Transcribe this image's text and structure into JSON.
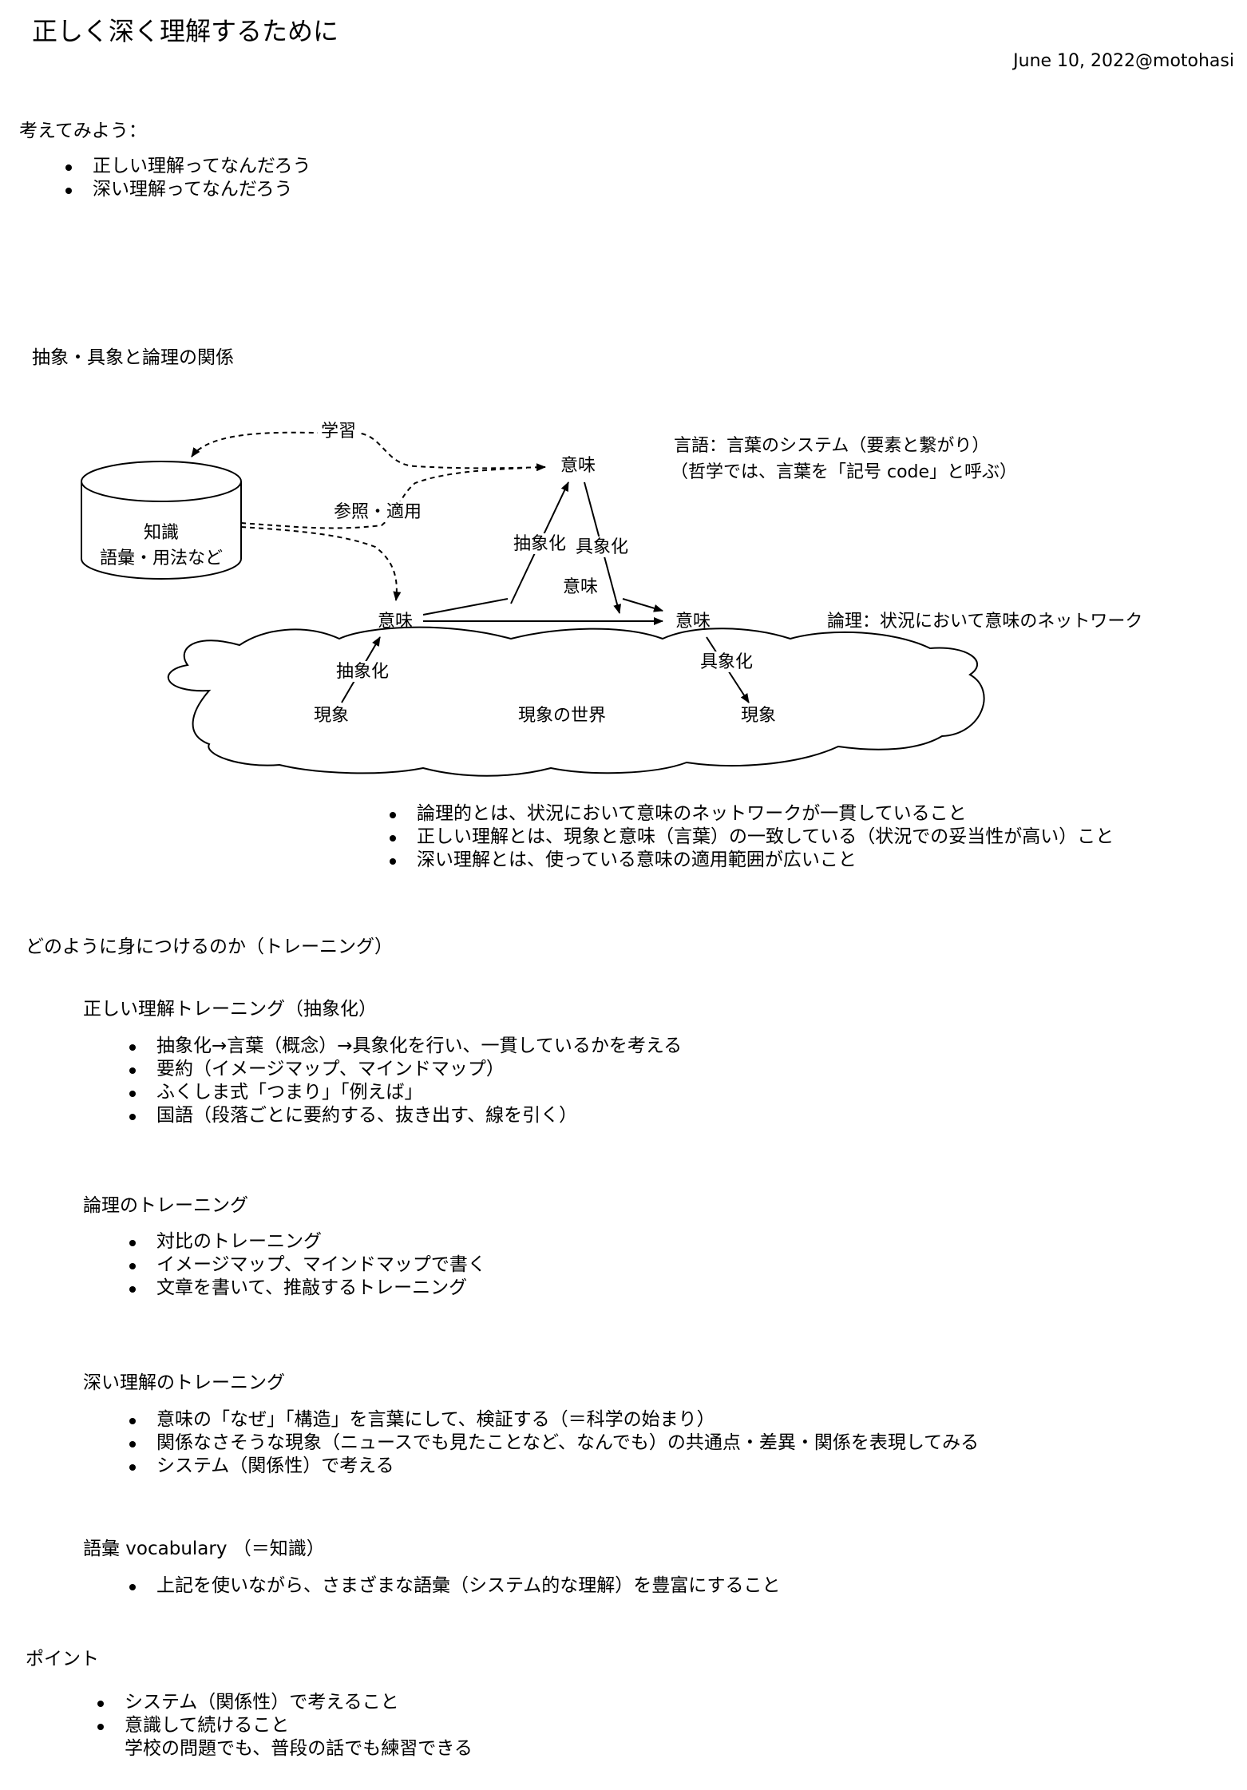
{
  "header": {
    "title": "正しく深く理解するために",
    "date": "June 10, 2022@motohasi"
  },
  "think": {
    "heading": "考えてみよう：",
    "items": [
      "正しい理解ってなんだろう",
      "深い理解ってなんだろう"
    ]
  },
  "relation": {
    "heading": "抽象・具象と論理の関係"
  },
  "diagram": {
    "knowledge_line1": "知識",
    "knowledge_line2": "語彙・用法など",
    "learning": "学習",
    "reference": "参照・適用",
    "meaning": "意味",
    "abstraction": "抽象化",
    "concretization": "具象化",
    "phenomenon": "現象",
    "world": "現象の世界",
    "language_line1": "言語：言葉のシステム（要素と繋がり）",
    "language_line2": "（哲学では、言葉を「記号 code」と呼ぶ）",
    "logic": "論理：状況において意味のネットワーク"
  },
  "summary": {
    "items": [
      "論理的とは、状況において意味のネットワークが一貫していること",
      "正しい理解とは、現象と意味（言葉）の一致している（状況での妥当性が高い）こと",
      "深い理解とは、使っている意味の適用範囲が広いこと"
    ]
  },
  "training": {
    "heading": "どのように身につけるのか（トレーニング）",
    "sections": [
      {
        "title": "正しい理解トレーニング（抽象化）",
        "items": [
          "抽象化→言葉（概念）→具象化を行い、一貫しているかを考える",
          "要約（イメージマップ、マインドマップ）",
          "ふくしま式「つまり」「例えば」",
          "国語（段落ごとに要約する、抜き出す、線を引く）"
        ]
      },
      {
        "title": "論理のトレーニング",
        "items": [
          "対比のトレーニング",
          "イメージマップ、マインドマップで書く",
          "文章を書いて、推敲するトレーニング"
        ]
      },
      {
        "title": "深い理解のトレーニング",
        "items": [
          "意味の「なぜ」「構造」を言葉にして、検証する（＝科学の始まり）",
          "関係なさそうな現象（ニュースでも見たことなど、なんでも）の共通点・差異・関係を表現してみる",
          "システム（関係性）で考える"
        ]
      },
      {
        "title": "語彙 vocabulary （＝知識）",
        "items": [
          "上記を使いながら、さまざまな語彙（システム的な理解）を豊富にすること"
        ]
      }
    ]
  },
  "point": {
    "heading": "ポイント",
    "items": [
      "システム（関係性）で考えること",
      "意識して続けること"
    ],
    "note": "学校の問題でも、普段の話でも練習できる"
  }
}
